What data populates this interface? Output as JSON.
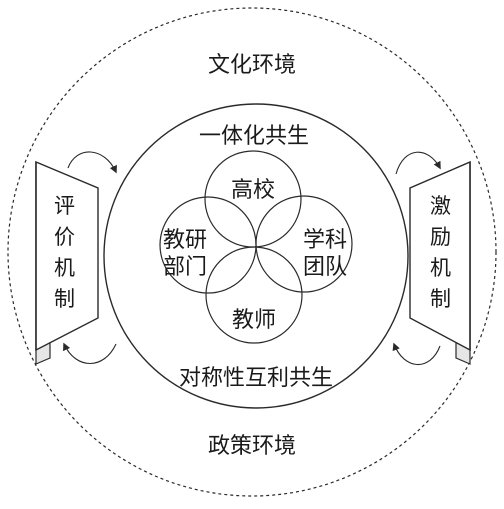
{
  "diagram": {
    "outer_top_label": "文化环境",
    "outer_bottom_label": "政策环境",
    "inner_top_label": "一体化共生",
    "inner_bottom_label": "对称性互利共生",
    "petals": {
      "top": "高校",
      "left_line1": "教研",
      "left_line2": "部门",
      "right_line1": "学科",
      "right_line2": "团队",
      "bottom": "教师"
    },
    "left_block": [
      "评",
      "价",
      "机",
      "制"
    ],
    "right_block": [
      "激",
      "励",
      "机",
      "制"
    ]
  },
  "colors": {
    "stroke": "#2a2a2a",
    "background": "#ffffff",
    "trapezoid_shade": "#e6e6e6"
  }
}
